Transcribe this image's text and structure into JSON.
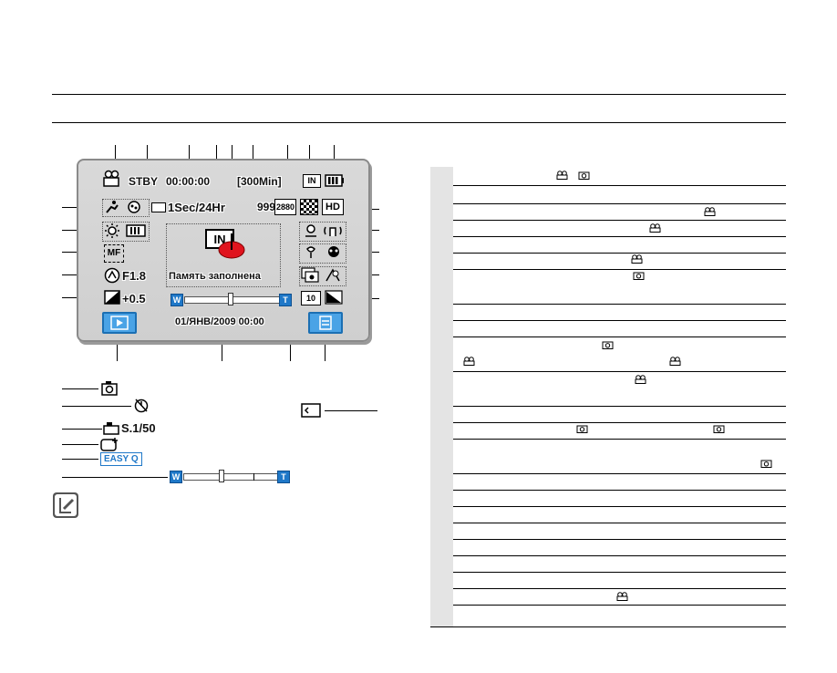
{
  "osd": {
    "status": "STBY",
    "timecode": "00:00:00",
    "remaining": "[300Min]",
    "storage": "IN",
    "counter": "9999",
    "shutter_line": "1Sec/24Hr",
    "quality": "2880",
    "hd": "HD",
    "aperture": "F1.8",
    "exposure": "+0.5",
    "memory_msg": "Память заполнена",
    "datetime": "01/ЯНВ/2009 00:00",
    "mf": "MF",
    "zoom_w": "W",
    "zoom_t": "T",
    "burst_label": "10"
  },
  "extra": {
    "shutter_speed": "S.1/50",
    "easy_q": "EASY Q",
    "zoom_w": "W",
    "zoom_t": "T"
  },
  "colors": {
    "accent_blue": "#1f78c8",
    "button_blue": "#4aa3e6",
    "table_num_bg": "#e4e4e4",
    "memory_red": "#e0141e"
  }
}
